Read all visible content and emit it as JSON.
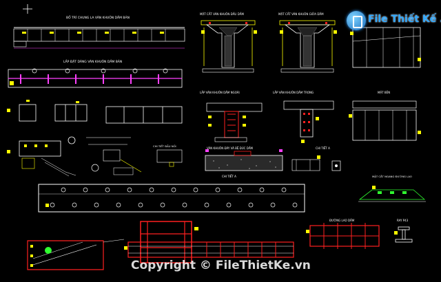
{
  "drawing": {
    "title_top": "BỐ TRÍ CHUNG LA VÀN KHUÔN DẦM BẢN",
    "title_strip": "LẮP ĐẶT DÀNG VÁN KHUÔN DẦM BẢN",
    "title_section_a": "MẶT CẮT VÁN KHUÔN ĐẦU DẦM",
    "title_section_b": "MẶT CẮT VÁN KHUÔN GIỮA DẦM",
    "title_outer": "LẮP VÁN KHUÔN DẦM NGOÀI",
    "title_inner": "LẮP VÁN KHUÔN DẦM TRONG",
    "title_end": "MẶT BÊN",
    "title_bottom_form": "VÁN KHUÔN ĐÁY VÀ BỆ ĐÚC DẦM",
    "title_detail_a": "CHI TIẾT A",
    "title_detail_b": "CHI TIẾT A",
    "title_road": "MẶT CẮT NGANG ĐƯỜNG LAO",
    "title_track": "ĐƯỜNG LAO DẦM",
    "title_ray": "RAY P43"
  },
  "watermark": {
    "logo_text": "File Thiết Kế .vn",
    "copyright": "Copyright © FileThietKe.vn"
  },
  "colors": {
    "background": "#000000",
    "line_white": "#ffffff",
    "line_yellow": "#ffff00",
    "line_red": "#ff2020",
    "line_magenta": "#ff40ff",
    "line_green": "#30ff30",
    "line_cyan": "#00ffff"
  }
}
